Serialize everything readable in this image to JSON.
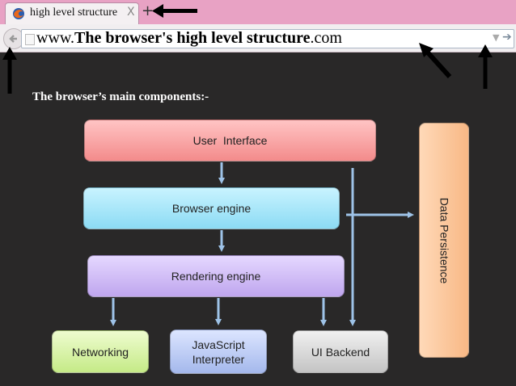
{
  "browser": {
    "tab_title": "high level structure",
    "tab_close_symbol": "X",
    "new_tab_symbol": "+",
    "url_prefix": "www.",
    "url_main": "The browser's high level structure",
    "url_suffix": ".com",
    "favicon": "firefox-icon",
    "back_icon": "back-arrow-icon",
    "dropdown_icon": "history-dropdown-icon",
    "go_icon": "go-arrow-icon"
  },
  "slide": {
    "heading": "The browser’s main components:-",
    "diagram": {
      "user_interface": "User  Interface",
      "browser_engine": "Browser engine",
      "rendering_engine": "Rendering engine",
      "networking": "Networking",
      "javascript_interpreter": "JavaScript Interpreter",
      "ui_backend": "UI Backend",
      "data_persistence": "Data Persistence"
    }
  },
  "colors": {
    "tab_bar": "#e8a2c4",
    "slide_background": "#292828",
    "connector_arrow": "#9ec3e8",
    "annotation_arrow": "#000000"
  }
}
